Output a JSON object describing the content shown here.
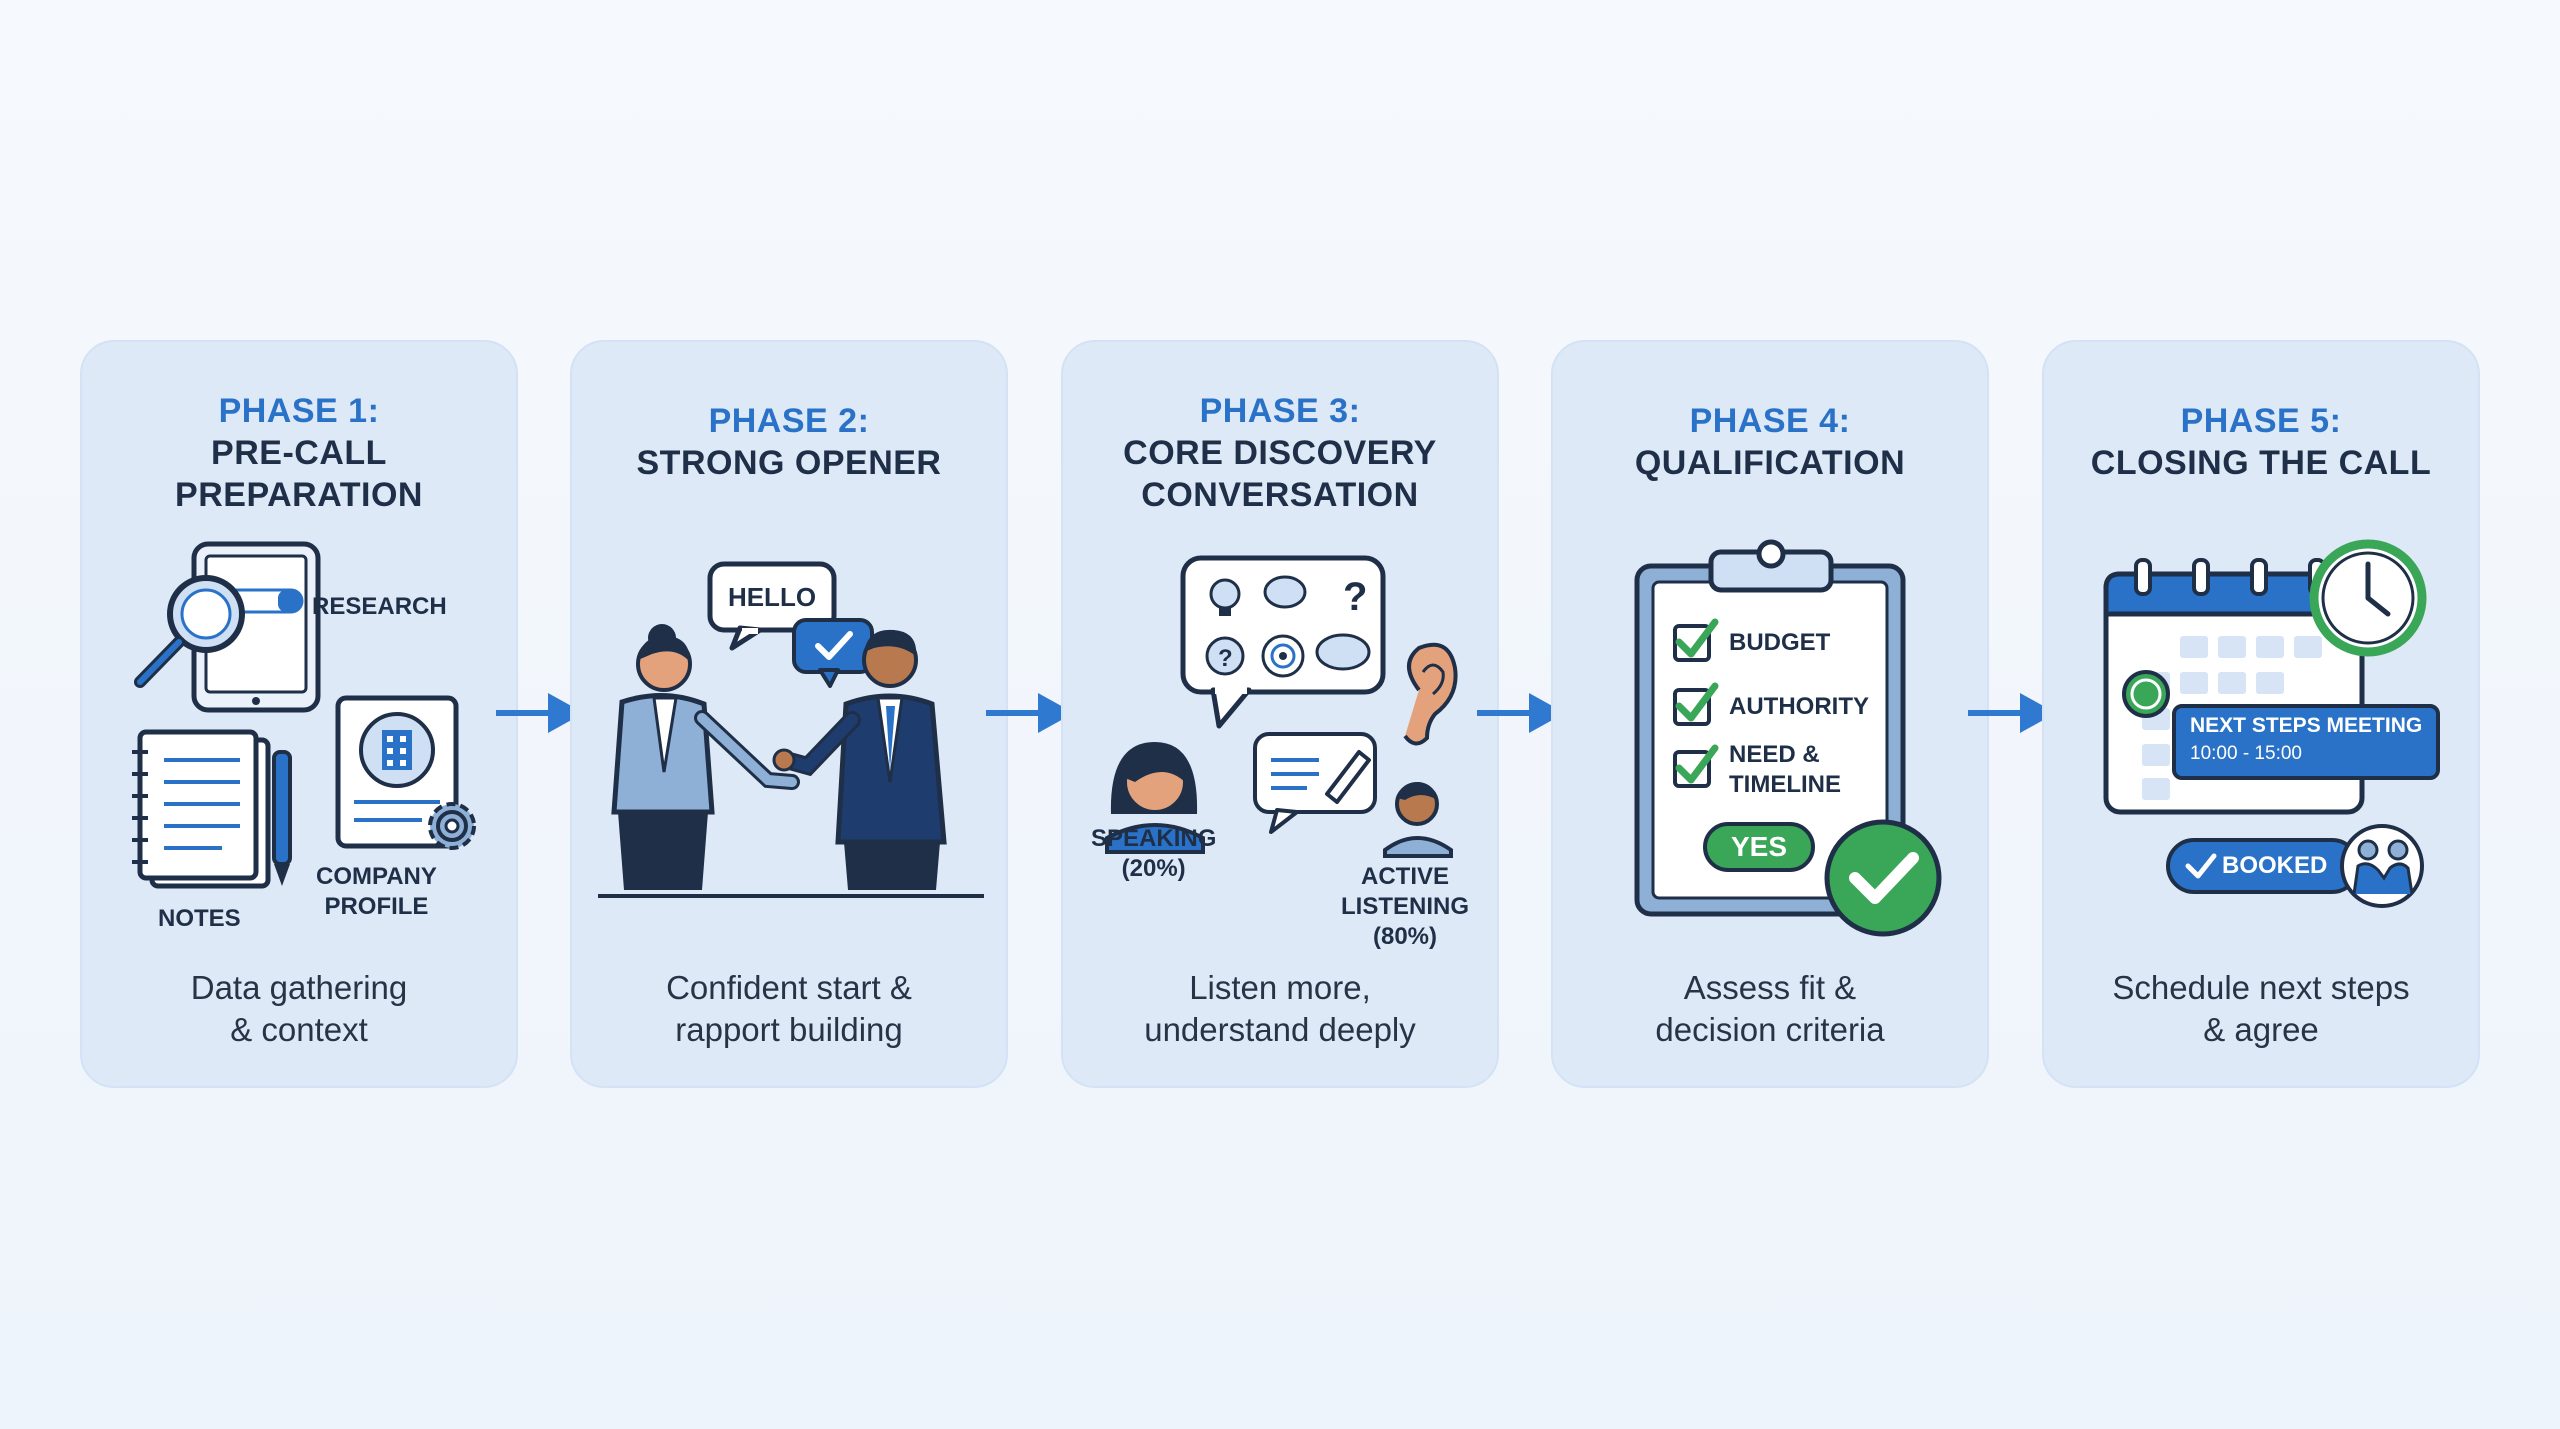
{
  "phases": [
    {
      "phase_label": "PHASE 1:",
      "title": "PRE-CALL\nPREPARATION",
      "description": "Data gathering\n& context",
      "labels": {
        "research": "RESEARCH",
        "notes": "NOTES",
        "company_profile": "COMPANY\nPROFILE"
      }
    },
    {
      "phase_label": "PHASE 2:",
      "title": "STRONG OPENER",
      "description": "Confident start &\nrapport building",
      "labels": {
        "hello": "HELLO"
      }
    },
    {
      "phase_label": "PHASE 3:",
      "title": "CORE DISCOVERY\nCONVERSATION",
      "description": "Listen more,\nunderstand deeply",
      "labels": {
        "speaking": "SPEAKING\n(20%)",
        "active_listening": "ACTIVE\nLISTENING\n(80%)"
      }
    },
    {
      "phase_label": "PHASE 4:",
      "title": "QUALIFICATION",
      "description": "Assess fit &\ndecision criteria",
      "labels": {
        "budget": "BUDGET",
        "authority": "AUTHORITY",
        "need_timeline": "NEED &\nTIMELINE",
        "yes": "YES"
      }
    },
    {
      "phase_label": "PHASE 5:",
      "title": "CLOSING THE CALL",
      "description": "Schedule next steps\n& agree",
      "labels": {
        "meeting": "NEXT STEPS MEETING",
        "meeting_time": "10:00 - 15:00",
        "booked": "BOOKED"
      }
    }
  ],
  "colors": {
    "card_bg": "#dde9f7",
    "accent_blue": "#2a72c8",
    "dark_navy": "#1f2f48",
    "check_green": "#3aa657",
    "arrow_blue": "#2f7ad0"
  }
}
